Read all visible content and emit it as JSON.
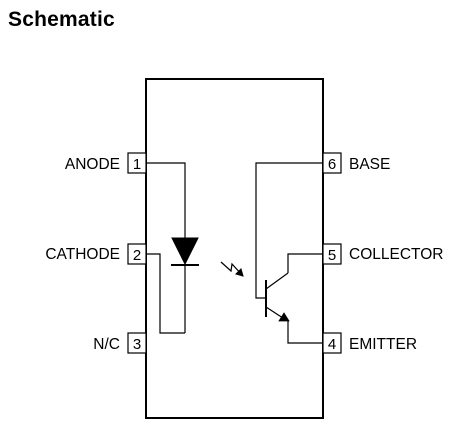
{
  "title": "Schematic",
  "pins": [
    {
      "number": "1",
      "name": "ANODE"
    },
    {
      "number": "2",
      "name": "CATHODE"
    },
    {
      "number": "3",
      "name": "N/C"
    },
    {
      "number": "6",
      "name": "BASE"
    },
    {
      "number": "5",
      "name": "COLLECTOR"
    },
    {
      "number": "4",
      "name": "EMITTER"
    }
  ],
  "colors": {
    "stroke": "#000000",
    "background": "#ffffff"
  },
  "icons": {
    "light_emission": "lightning-arrow-icon",
    "led": "led-diode-symbol",
    "transistor": "npn-phototransistor-symbol"
  }
}
